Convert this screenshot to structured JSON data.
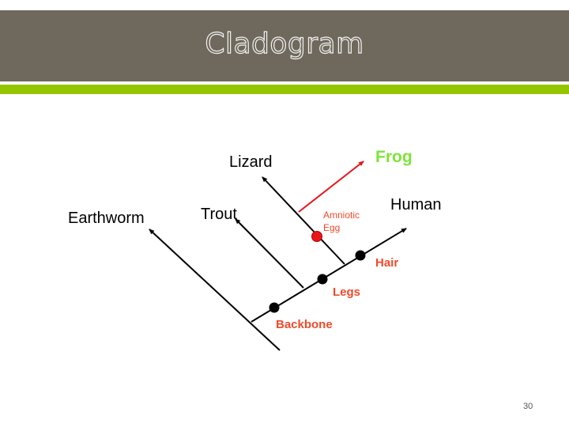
{
  "slide": {
    "title": "Cladogram",
    "page_number": "30",
    "colors": {
      "header_bg": "#6f685c",
      "accent_bar": "#94c600",
      "trait_label": "#f04a2a",
      "frog_label": "#7ee33a",
      "frog_branch": "#e8141a",
      "amniotic_dot": "#e8141a"
    }
  },
  "cladogram": {
    "taxa": [
      {
        "name": "Earthworm"
      },
      {
        "name": "Trout"
      },
      {
        "name": "Lizard"
      },
      {
        "name": "Frog"
      },
      {
        "name": "Human"
      }
    ],
    "traits": [
      {
        "name": "Backbone"
      },
      {
        "name": "Legs"
      },
      {
        "name": "Hair"
      },
      {
        "name": "Amniotic Egg",
        "line1": "Amniotic",
        "line2": "Egg"
      }
    ]
  }
}
